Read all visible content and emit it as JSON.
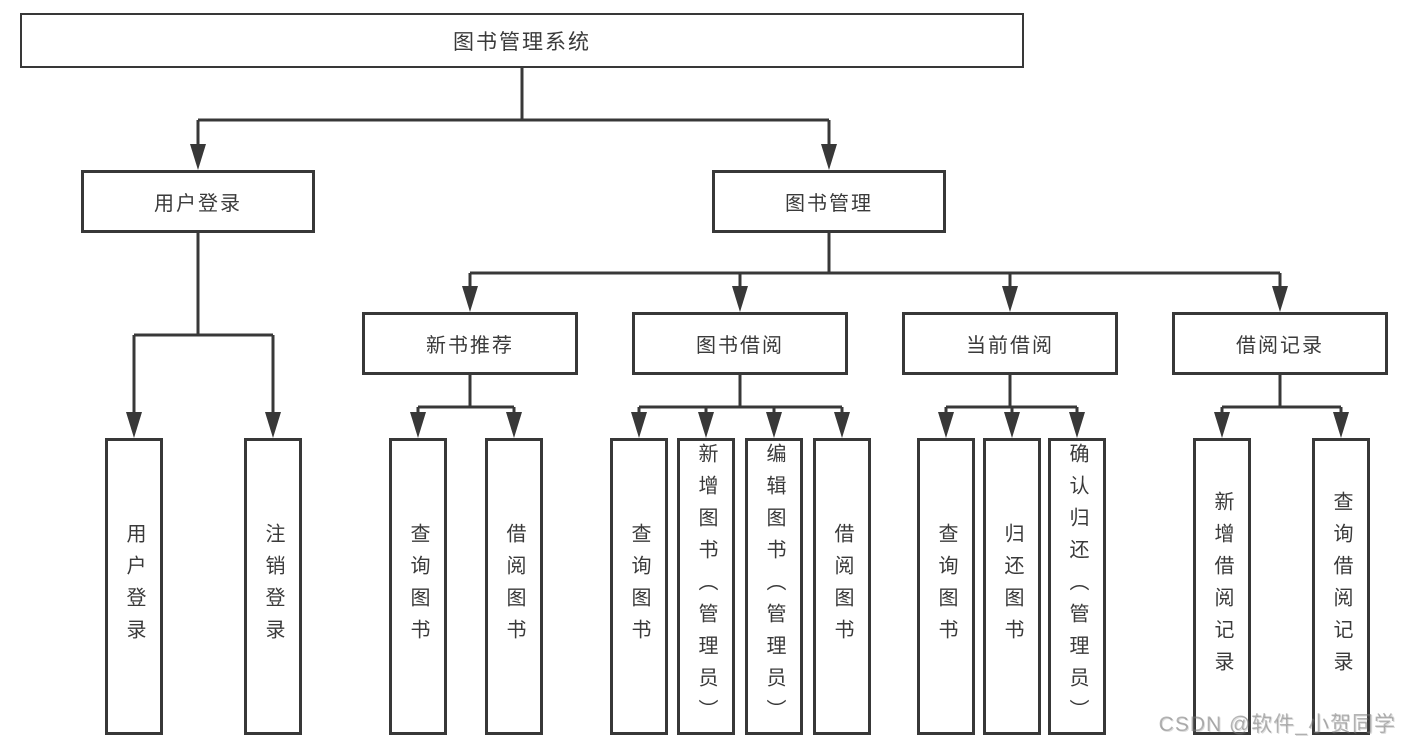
{
  "tree": {
    "root": {
      "label": "图书管理系统"
    },
    "branches": [
      {
        "label": "用户登录",
        "children": [
          {
            "label": "用户登录"
          },
          {
            "label": "注销登录"
          }
        ]
      },
      {
        "label": "图书管理",
        "children": [
          {
            "label": "新书推荐",
            "children": [
              {
                "label": "查询图书"
              },
              {
                "label": "借阅图书"
              }
            ]
          },
          {
            "label": "图书借阅",
            "children": [
              {
                "label": "查询图书"
              },
              {
                "label": "新增图书（管理员）"
              },
              {
                "label": "编辑图书（管理员）"
              },
              {
                "label": "借阅图书"
              }
            ]
          },
          {
            "label": "当前借阅",
            "children": [
              {
                "label": "查询图书"
              },
              {
                "label": "归还图书"
              },
              {
                "label": "确认归还（管理员）"
              }
            ]
          },
          {
            "label": "借阅记录",
            "children": [
              {
                "label": "新增借阅记录"
              },
              {
                "label": "查询借阅记录"
              }
            ]
          }
        ]
      }
    ]
  },
  "watermark": {
    "text": "CSDN @软件_小贺同学"
  },
  "colors": {
    "line": "#383838",
    "text": "#3a3a3a",
    "background": "#ffffff",
    "watermark": "#b9b9b9"
  }
}
